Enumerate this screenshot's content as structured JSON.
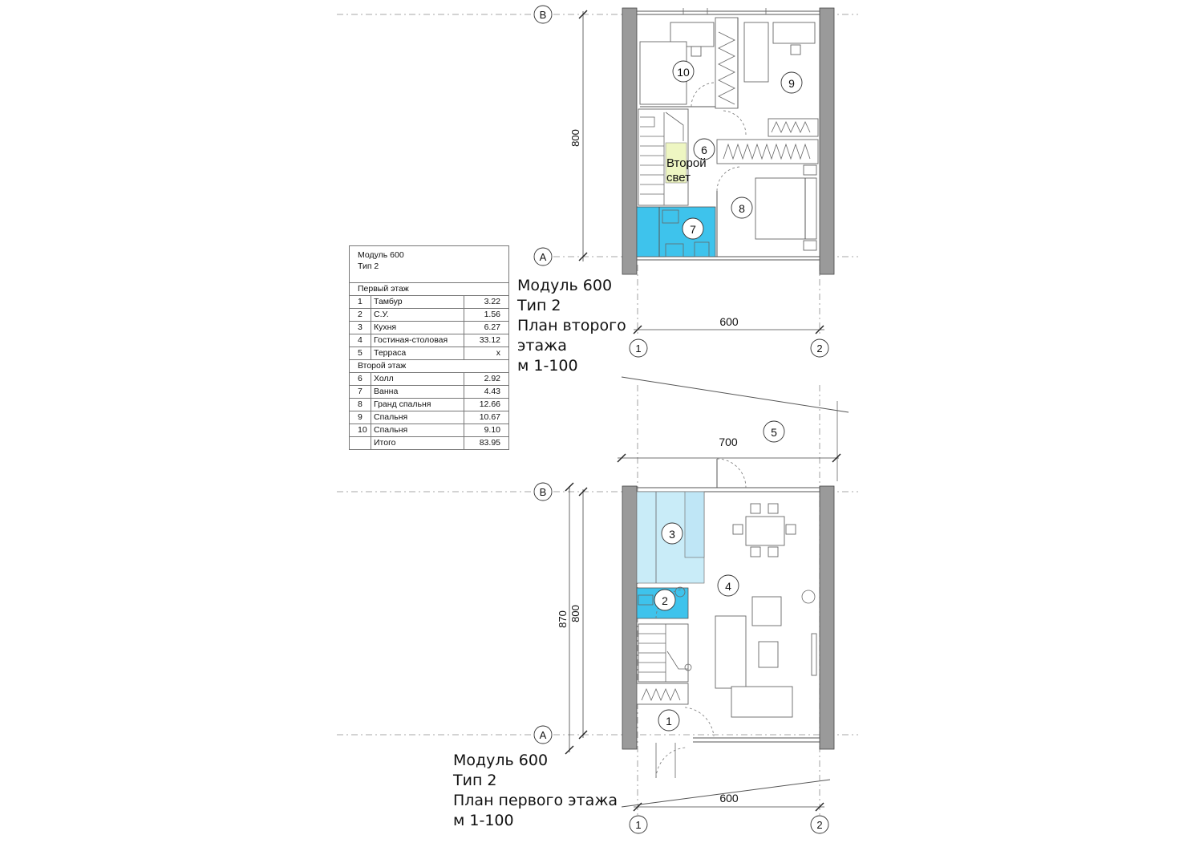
{
  "area_table": {
    "header_line1": "Модуль 600",
    "header_line2": "Тип 2",
    "section_first": "Первый этаж",
    "first_rows": [
      {
        "num": "1",
        "name": "Тамбур",
        "area": "3.22"
      },
      {
        "num": "2",
        "name": "С.У.",
        "area": "1.56"
      },
      {
        "num": "3",
        "name": "Кухня",
        "area": "6.27"
      },
      {
        "num": "4",
        "name": "Гостиная-столовая",
        "area": "33.12"
      },
      {
        "num": "5",
        "name": "Терраса",
        "area": "x"
      }
    ],
    "section_second": "Второй этаж",
    "second_rows": [
      {
        "num": "6",
        "name": "Холл",
        "area": "2.92"
      },
      {
        "num": "7",
        "name": "Ванна",
        "area": "4.43"
      },
      {
        "num": "8",
        "name": "Гранд спальня",
        "area": "12.66"
      },
      {
        "num": "9",
        "name": "Спальня",
        "area": "10.67"
      },
      {
        "num": "10",
        "name": "Спальня",
        "area": "9.10"
      }
    ],
    "total_label": "Итого",
    "total_area": "83.95"
  },
  "upper_plan": {
    "caption_lines": [
      "Модуль 600",
      "Тип 2",
      "План второго",
      "этажа",
      "м 1-100"
    ],
    "grid_axes": {
      "row_top": "В",
      "row_bottom": "А",
      "col_left": "1",
      "col_right": "2"
    },
    "dimensions": {
      "height": "800",
      "width": "600"
    },
    "rooms": [
      "6",
      "7",
      "8",
      "9",
      "10"
    ],
    "second_light_line1": "Второй",
    "second_light_line2": "свет"
  },
  "lower_plan": {
    "caption_lines": [
      "Модуль 600",
      "Тип 2",
      "План первого этажа",
      "м 1-100"
    ],
    "grid_axes": {
      "row_top": "В",
      "row_bottom": "А",
      "col_left": "1",
      "col_right": "2"
    },
    "dimensions": {
      "height_outer": "870",
      "height_inner": "800",
      "width_top": "700",
      "width_bottom": "600"
    },
    "rooms": [
      "1",
      "2",
      "3",
      "4",
      "5"
    ]
  },
  "colors": {
    "wall": "#9a9a9a",
    "bath_fill": "#3ec3ec",
    "kitchen_fill": "#c9ecf8",
    "second_light_fill": "#eef6c2",
    "line": "#555555",
    "axis": "#8a8a8a"
  }
}
